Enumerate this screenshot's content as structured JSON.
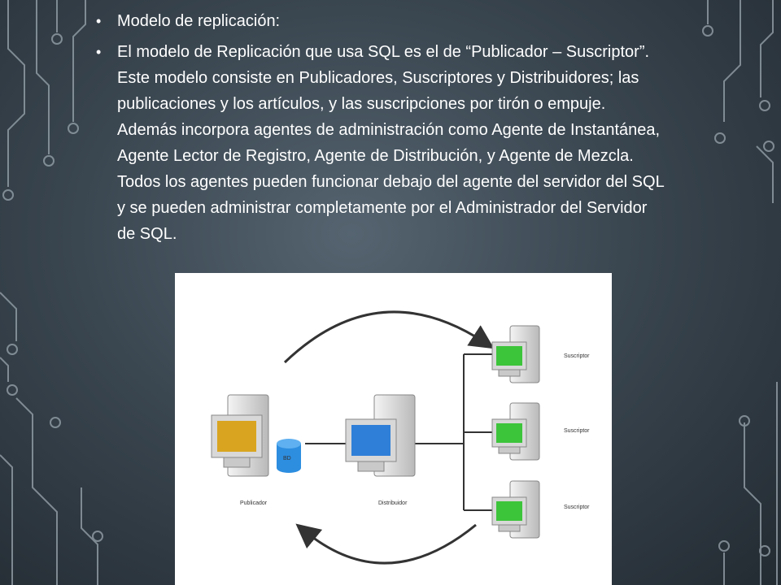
{
  "slide": {
    "bullets": [
      "Modelo de replicación:",
      "El modelo de Replicación que usa SQL es el de “Publicador – Suscriptor”. Este modelo consiste en Publicadores, Suscriptores y Distribuidores; las publicaciones y los artículos, y las suscripciones por tirón o empuje. Además incorpora agentes de administración como Agente de Instantánea, Agente Lector de Registro, Agente de Distribución, y Agente de Mezcla. Todos los agentes pueden funcionar debajo del agente del servidor del SQL y se pueden administrar completamente por el Administrador del Servidor de SQL."
    ]
  },
  "diagram": {
    "publisher_label": "Publicador",
    "db_label": "BD",
    "distributor_label": "Distribuidor",
    "subscriber_labels": [
      "Suscriptor",
      "Suscriptor",
      "Suscriptor"
    ]
  },
  "colors": {
    "publisher_screen": "#d9a520",
    "distributor_screen": "#2f7fd8",
    "subscriber_screen": "#3cc43a",
    "db": "#2d8ee0"
  },
  "icons": [
    "bullet-dot",
    "server-tower-icon",
    "monitor-icon",
    "database-icon",
    "curved-arrow-icon"
  ]
}
